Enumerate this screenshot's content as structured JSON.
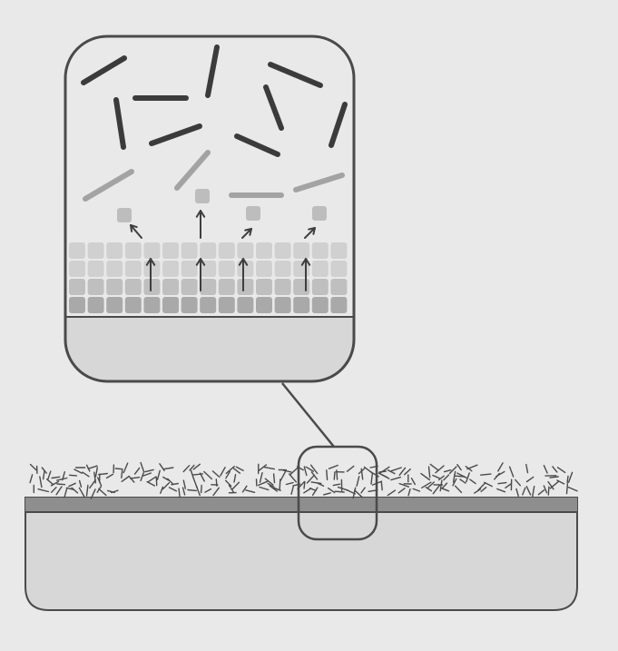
{
  "diagram": {
    "colors": {
      "background": "#e9e9e9",
      "outline": "#4a4a4a",
      "substrate_fill": "#d7d7d7",
      "coating_band": "#8e8e8e",
      "tall_crystal": "#3b3b3b",
      "forming_crystal": "#a3a3a3",
      "nucleus": "#bdbdbd",
      "grain_light": "#d0d0d0",
      "grain_mid": "#bfbfbf",
      "grain_dark": "#a9a9a9",
      "arrow": "#3e3e3e"
    },
    "icons": [
      "upward-growth-arrow",
      "diagonal-growth-arrow",
      "magnifier-callout"
    ]
  }
}
